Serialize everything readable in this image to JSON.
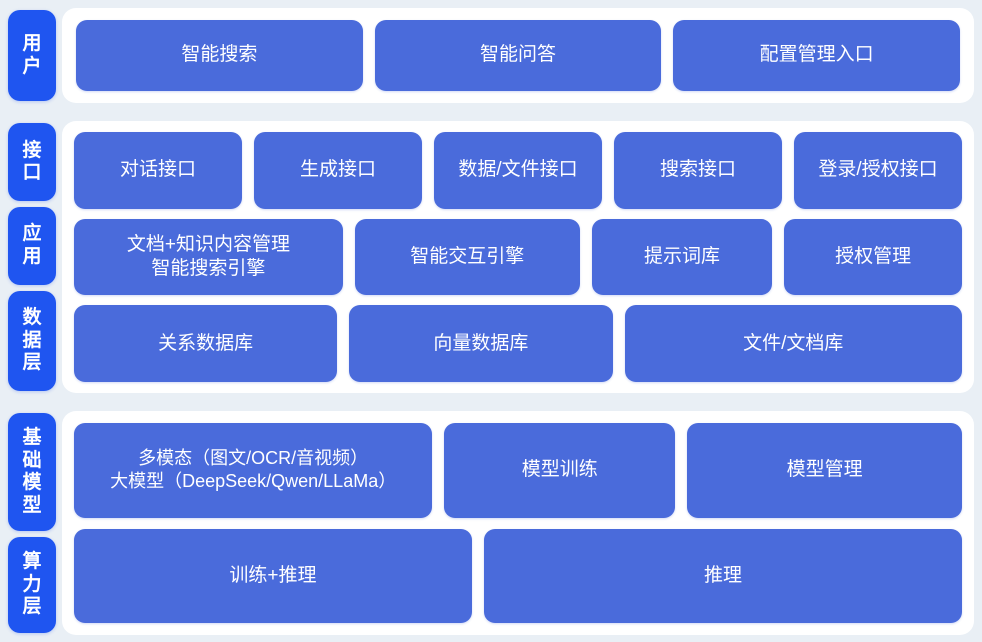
{
  "colors": {
    "page_background": "#e9eff5",
    "card_background": "#ffffff",
    "side_label_blue": "#1f55f0",
    "box_blue": "#4a6bdb",
    "text_white": "#ffffff"
  },
  "groups": [
    {
      "id": "user-group",
      "labels": [
        {
          "id": "user",
          "chars": [
            "用",
            "户"
          ]
        }
      ],
      "rows": [
        {
          "id": "user-row",
          "boxes": [
            {
              "id": "intelligent-search",
              "lines": [
                "智能搜索"
              ]
            },
            {
              "id": "intelligent-qa",
              "lines": [
                "智能问答"
              ]
            },
            {
              "id": "config-management-entry",
              "lines": [
                "配置管理入口"
              ]
            }
          ]
        }
      ]
    },
    {
      "id": "middle-group",
      "labels": [
        {
          "id": "interface",
          "chars": [
            "接",
            "口"
          ]
        },
        {
          "id": "application",
          "chars": [
            "应",
            "用"
          ]
        },
        {
          "id": "data-layer",
          "chars": [
            "数",
            "据",
            "层"
          ]
        }
      ],
      "rows": [
        {
          "id": "interface-row",
          "boxes": [
            {
              "id": "dialog-interface",
              "lines": [
                "对话接口"
              ]
            },
            {
              "id": "generation-interface",
              "lines": [
                "生成接口"
              ]
            },
            {
              "id": "data-file-interface",
              "lines": [
                "数据/文件接口"
              ]
            },
            {
              "id": "search-interface",
              "lines": [
                "搜索接口"
              ]
            },
            {
              "id": "login-auth-interface",
              "lines": [
                "登录/授权接口"
              ]
            }
          ]
        },
        {
          "id": "application-row",
          "boxes": [
            {
              "id": "doc-knowledge-content-management",
              "lines": [
                "文档+知识内容管理",
                "智能搜索引擎"
              ]
            },
            {
              "id": "intelligent-interaction-engine",
              "lines": [
                "智能交互引擎"
              ]
            },
            {
              "id": "prompt-library",
              "lines": [
                "提示词库"
              ]
            },
            {
              "id": "authorization-management",
              "lines": [
                "授权管理"
              ]
            }
          ]
        },
        {
          "id": "data-row",
          "boxes": [
            {
              "id": "relational-database",
              "lines": [
                "关系数据库"
              ]
            },
            {
              "id": "vector-database",
              "lines": [
                "向量数据库"
              ]
            },
            {
              "id": "file-document-repository",
              "lines": [
                "文件/文档库"
              ]
            }
          ]
        }
      ]
    },
    {
      "id": "base-group",
      "labels": [
        {
          "id": "foundation-model",
          "chars": [
            "基",
            "础",
            "模",
            "型"
          ]
        },
        {
          "id": "compute-layer",
          "chars": [
            "算",
            "力",
            "层"
          ]
        }
      ],
      "rows": [
        {
          "id": "model-row",
          "boxes": [
            {
              "id": "multimodal-large-model",
              "lines": [
                "多模态（图文/OCR/音视频）",
                "大模型（DeepSeek/Qwen/LLaMa）"
              ]
            },
            {
              "id": "model-training",
              "lines": [
                "模型训练"
              ]
            },
            {
              "id": "model-management",
              "lines": [
                "模型管理"
              ]
            }
          ]
        },
        {
          "id": "power-row",
          "boxes": [
            {
              "id": "training-plus-inference",
              "lines": [
                "训练+推理"
              ]
            },
            {
              "id": "inference",
              "lines": [
                "推理"
              ]
            }
          ]
        }
      ]
    }
  ]
}
